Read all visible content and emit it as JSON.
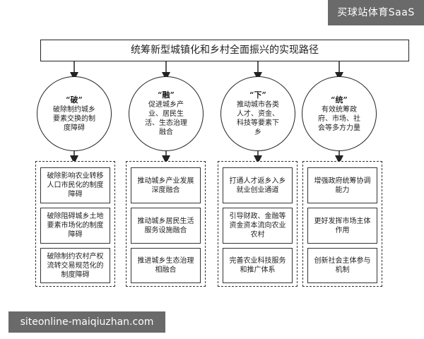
{
  "overlay": {
    "top_right_badge": "买球站体育SaaS",
    "bottom_watermark": "siteonline-maiqiuzhan.com"
  },
  "diagram": {
    "title": "统筹新型城镇化和乡村全面振兴的实现路径",
    "pillars": [
      {
        "head": "“破”",
        "desc": "破除制约城乡要素交换的制度障碍",
        "measures": [
          "破除影响农业转移人口市民化的制度障碍",
          "破除阻碍城乡土地要素市场化的制度障碍",
          "破除制约农村产权流转交易规范化的制度障碍"
        ]
      },
      {
        "head": "“融”",
        "desc": "促进城乡产业、居民生活、生态治理融合",
        "measures": [
          "推动城乡产业发展深度融合",
          "推动城乡居民生活服务设施融合",
          "推进城乡生态治理相融合"
        ]
      },
      {
        "head": "“下”",
        "desc": "推动城市各类人才、资金、科技等要素下乡",
        "measures": [
          "打通人才返乡入乡就业创业通道",
          "引导财政、金融等资金资本流向农业农村",
          "完善农业科技服务和推广体系"
        ]
      },
      {
        "head": "“统”",
        "desc": "有效统筹政府、市场、社会等多方力量",
        "measures": [
          "增强政府统筹协调能力",
          "更好发挥市场主体作用",
          "创新社会主体参与机制"
        ]
      }
    ]
  }
}
